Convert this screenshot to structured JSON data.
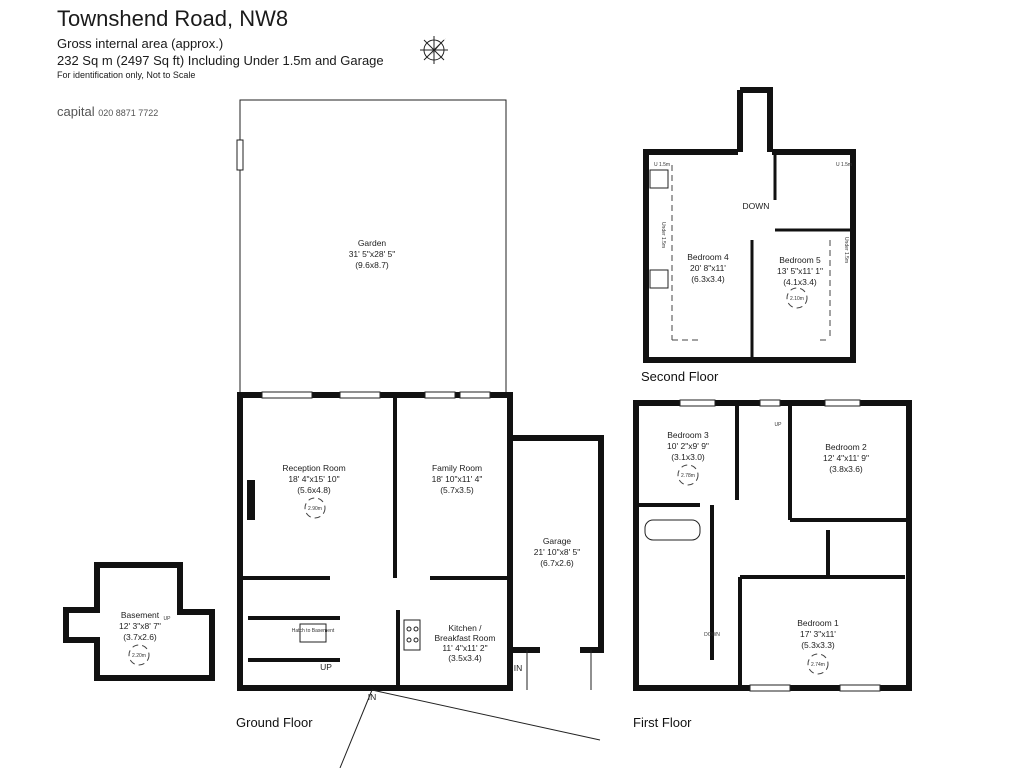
{
  "header": {
    "title": "Townshend Road, NW8",
    "area_label": "Gross internal area (approx.)",
    "area_value": "232 Sq m (2497 Sq ft) Including Under 1.5m and Garage",
    "disclaimer": "For identification only, Not to Scale",
    "agent_name": "capital",
    "agent_phone": "020 8871 7722"
  },
  "compass": {
    "icon": "compass-rose-icon"
  },
  "floors": {
    "ground": {
      "label": "Ground Floor",
      "rooms": [
        {
          "name": "Garden",
          "imperial": "31' 5\"x28' 5\"",
          "metric": "(9.6x8.7)"
        },
        {
          "name": "Reception Room",
          "imperial": "18' 4\"x15' 10\"",
          "metric": "(5.6x4.8)",
          "ceiling": "2.90m"
        },
        {
          "name": "Family Room",
          "imperial": "18' 10\"x11' 4\"",
          "metric": "(5.7x3.5)"
        },
        {
          "name": "Garage",
          "imperial": "21' 10\"x8' 5\"",
          "metric": "(6.7x2.6)"
        },
        {
          "name": "Kitchen /",
          "name2": "Breakfast Room",
          "imperial": "11' 4\"x11' 2\"",
          "metric": "(3.5x3.4)"
        }
      ],
      "hatch": "Hatch to Basement",
      "up": "UP",
      "in": "IN"
    },
    "basement": {
      "room": {
        "name": "Basement",
        "imperial": "12' 3\"x8' 7\"",
        "metric": "(3.7x2.6)",
        "ceiling": "2.20m"
      },
      "up": "UP"
    },
    "second": {
      "label": "Second Floor",
      "rooms": [
        {
          "name": "Bedroom 4",
          "imperial": "20' 8\"x11'",
          "metric": "(6.3x3.4)"
        },
        {
          "name": "Bedroom 5",
          "imperial": "13' 5\"x11' 1\"",
          "metric": "(4.1x3.4)",
          "ceiling": "2.10m"
        }
      ],
      "down": "DOWN",
      "u15": "U 1.5m",
      "under15": "Under 1.5m"
    },
    "first": {
      "label": "First Floor",
      "rooms": [
        {
          "name": "Bedroom 3",
          "imperial": "10' 2\"x9' 9\"",
          "metric": "(3.1x3.0)",
          "ceiling": "2.78m"
        },
        {
          "name": "Bedroom 2",
          "imperial": "12' 4\"x11' 9\"",
          "metric": "(3.8x3.6)"
        },
        {
          "name": "Bedroom 1",
          "imperial": "17' 3\"x11'",
          "metric": "(5.3x3.3)",
          "ceiling": "2.74m"
        }
      ],
      "up": "UP",
      "down": "DOWN"
    }
  }
}
